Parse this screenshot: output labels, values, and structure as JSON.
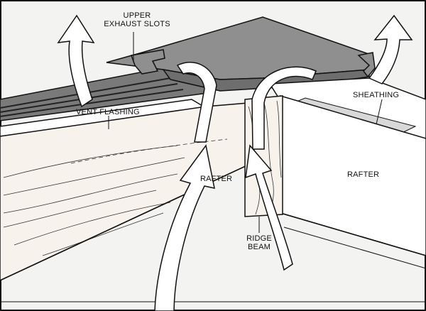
{
  "colors": {
    "background": "#f3f3f1",
    "cap_top": "#8f8f8f",
    "cap_side": "#6e6e6e",
    "sheathing": "#7a7a7a",
    "wood": "#f7f3ec",
    "line": "#111111",
    "arrow_fill": "#ffffff"
  },
  "labels": {
    "upper_exhaust_slots_line1": "UPPER",
    "upper_exhaust_slots_line2": "EXHAUST SLOTS",
    "vent_flashing": "VENT FLASHING",
    "sheathing": "SHEATHING",
    "rafter_left": "RAFTER",
    "rafter_right": "RAFTER",
    "ridge_beam_line1": "RIDGE",
    "ridge_beam_line2": "BEAM"
  }
}
